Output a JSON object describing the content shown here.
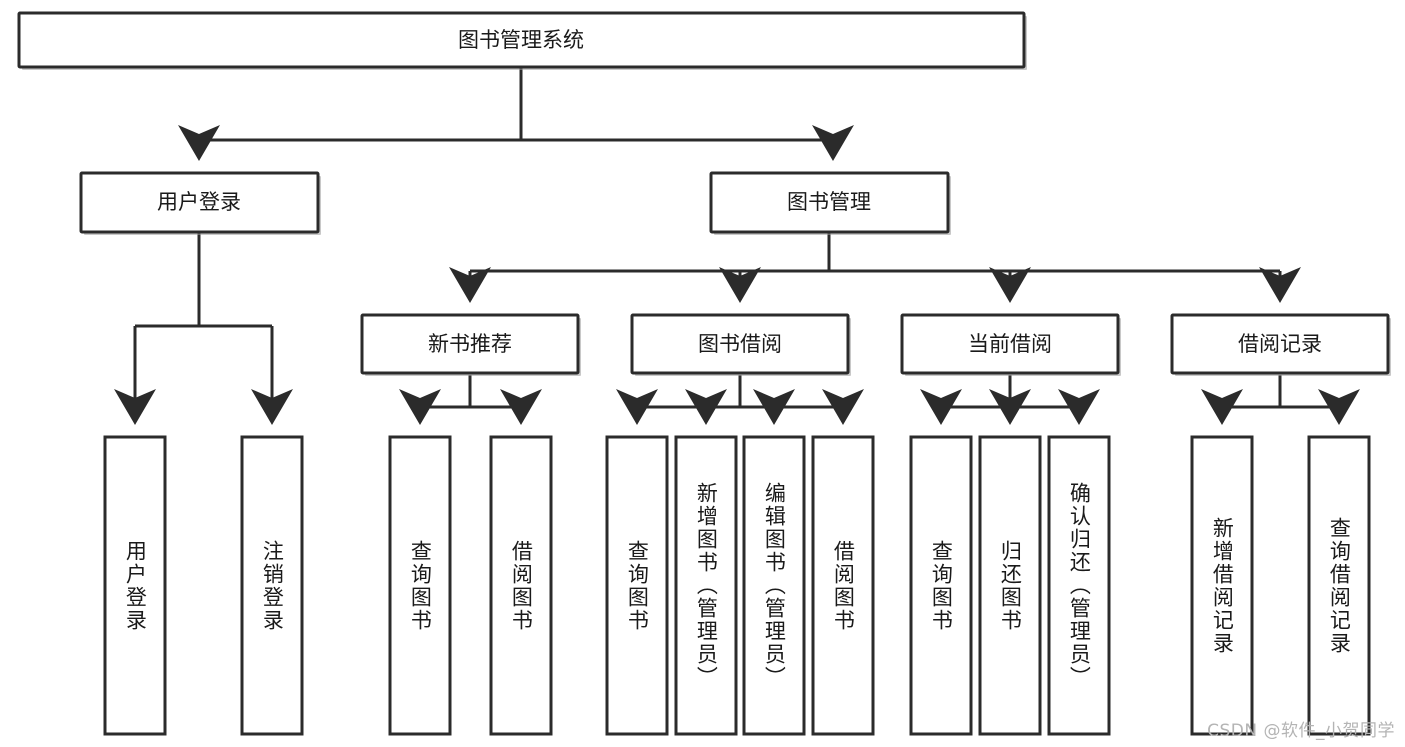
{
  "diagram": {
    "title": "图书管理系统",
    "type": "tree-hierarchy-diagram",
    "watermark": "CSDN @软件_小贺同学",
    "colors": {
      "box_stroke": "#2b2b2b",
      "box_fill": "#ffffff",
      "edge": "#2b2b2b",
      "text": "#1a1a1a",
      "watermark": "#b4b4b4",
      "background": "#ffffff"
    },
    "root": {
      "label": "图书管理系统"
    },
    "level2": [
      {
        "label": "用户登录"
      },
      {
        "label": "图书管理"
      }
    ],
    "level3": [
      {
        "label": "新书推荐"
      },
      {
        "label": "图书借阅"
      },
      {
        "label": "当前借阅"
      },
      {
        "label": "借阅记录"
      }
    ],
    "leaves": {
      "user_login": [
        {
          "label": "用户登录"
        },
        {
          "label": "注销登录"
        }
      ],
      "new_book": [
        {
          "label": "查询图书"
        },
        {
          "label": "借阅图书"
        }
      ],
      "book_borrow": [
        {
          "label": "查询图书"
        },
        {
          "label": "新增图书（管理员）"
        },
        {
          "label": "编辑图书（管理员）"
        },
        {
          "label": "借阅图书"
        }
      ],
      "current_borrow": [
        {
          "label": "查询图书"
        },
        {
          "label": "归还图书"
        },
        {
          "label": "确认归还（管理员）"
        }
      ],
      "borrow_record": [
        {
          "label": "新增借阅记录"
        },
        {
          "label": "查询借阅记录"
        }
      ]
    }
  }
}
